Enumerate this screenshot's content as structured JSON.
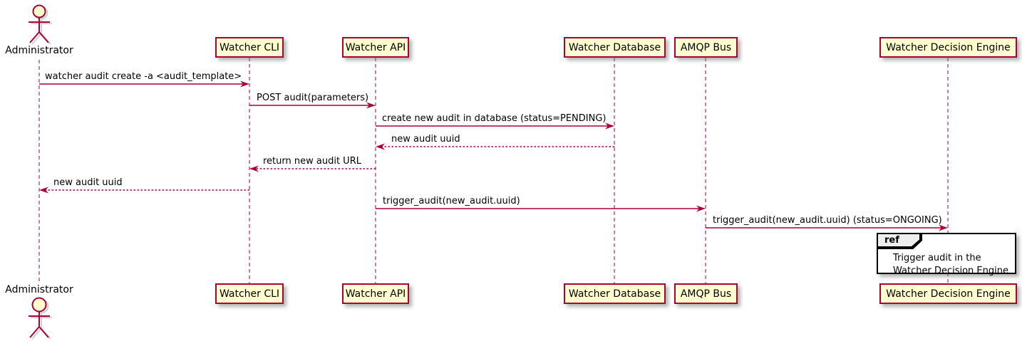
{
  "diagram": {
    "type": "sequence",
    "colors": {
      "participant_fill": "#FEFECE",
      "participant_border": "#A80036",
      "arrow": "#A80036",
      "lifeline": "#A80036",
      "text": "#000000",
      "ref_border": "#000000",
      "ref_fill": "#FFFFFF",
      "ref_header_fill": "#EEEEEE"
    },
    "participants": [
      {
        "name": "Administrator",
        "kind": "actor"
      },
      {
        "name": "Watcher CLI",
        "kind": "participant"
      },
      {
        "name": "Watcher API",
        "kind": "participant"
      },
      {
        "name": "Watcher Database",
        "kind": "participant"
      },
      {
        "name": "AMQP Bus",
        "kind": "participant"
      },
      {
        "name": "Watcher Decision Engine",
        "kind": "participant"
      }
    ],
    "messages": [
      {
        "from": "Administrator",
        "to": "Watcher CLI",
        "style": "solid",
        "text": "watcher audit create -a <audit_template>"
      },
      {
        "from": "Watcher CLI",
        "to": "Watcher API",
        "style": "solid",
        "text": "POST audit(parameters)"
      },
      {
        "from": "Watcher API",
        "to": "Watcher Database",
        "style": "solid",
        "text": "create new audit in database (status=PENDING)"
      },
      {
        "from": "Watcher Database",
        "to": "Watcher API",
        "style": "dashed",
        "text": "new audit uuid"
      },
      {
        "from": "Watcher API",
        "to": "Watcher CLI",
        "style": "dashed",
        "text": "return new audit URL"
      },
      {
        "from": "Watcher CLI",
        "to": "Administrator",
        "style": "dashed",
        "text": "new audit uuid"
      },
      {
        "from": "Watcher API",
        "to": "AMQP Bus",
        "style": "solid",
        "text": "trigger_audit(new_audit.uuid)"
      },
      {
        "from": "AMQP Bus",
        "to": "Watcher Decision Engine",
        "style": "solid",
        "text": "trigger_audit(new_audit.uuid) (status=ONGOING)"
      }
    ],
    "ref_fragment": {
      "keyword": "ref",
      "over": "Watcher Decision Engine",
      "lines": [
        "Trigger audit in the",
        "Watcher Decision Engine"
      ]
    }
  }
}
